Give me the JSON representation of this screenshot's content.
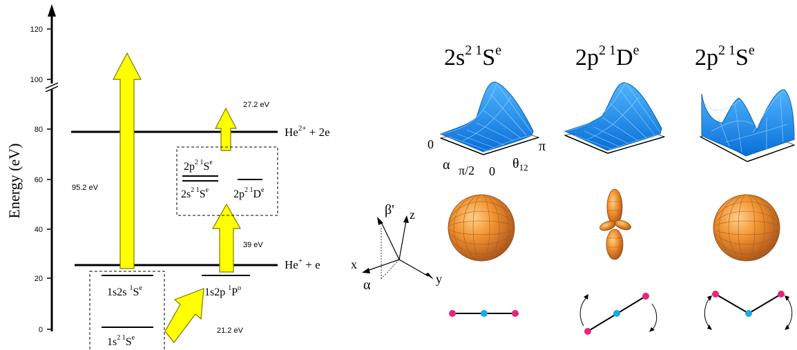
{
  "energy_diagram": {
    "axis_label": "Energy (eV)",
    "ticks": [
      "0",
      "20",
      "40",
      "60",
      "80",
      "100",
      "120"
    ],
    "levels": {
      "he2_label": "He",
      "he2_sup": "2+",
      "he2_rest": " + 2e",
      "he1_label": "He",
      "he1_sup": "+",
      "he1_rest": " + e"
    },
    "arrows": {
      "big_label": "95.2 eV",
      "upper_label": "27.2 eV",
      "lower_label": "39 eV",
      "excite_label": "21.2 eV"
    },
    "states": {
      "ground": {
        "a": "1s",
        "sup1": "2 1",
        "b": "S",
        "sup2": "e"
      },
      "s_1s2s": {
        "a": "1s2s ",
        "sup1": "1",
        "b": "S",
        "sup2": "e"
      },
      "p_1s2p": {
        "a": "1s2p ",
        "sup1": "1",
        "b": "P",
        "sup2": "o"
      },
      "s_2p2": {
        "a": "2p",
        "sup1": "2 1",
        "b": "S",
        "sup2": "e"
      },
      "s_2s2": {
        "a": "2s",
        "sup1": "2 1",
        "b": "S",
        "sup2": "e"
      },
      "d_2p2": {
        "a": "2p",
        "sup1": "2 1",
        "b": "D",
        "sup2": "e"
      }
    }
  },
  "columns": [
    {
      "a": "2s",
      "sup1": "2 1",
      "b": "S",
      "sup2": "e"
    },
    {
      "a": "2p",
      "sup1": "2 1",
      "b": "D",
      "sup2": "e"
    },
    {
      "a": "2p",
      "sup1": "2 1",
      "b": "S",
      "sup2": "e"
    }
  ],
  "surface_axes": {
    "zero_alpha": "0",
    "alpha": "α",
    "pi_half": "π/2",
    "zero_theta": "0",
    "theta": "θ",
    "theta_sub": "12",
    "pi": "π"
  },
  "frame_axes": {
    "beta": "β'",
    "z": "z",
    "x": "x",
    "alpha": "α",
    "y": "y"
  },
  "colors": {
    "arrow_fill": "#ffff00",
    "arrow_stroke": "#7a7a00",
    "surface": "#1e90ff",
    "sphere": "#e8872a",
    "pink": "#e8257d",
    "cyan": "#1ba8e8"
  }
}
